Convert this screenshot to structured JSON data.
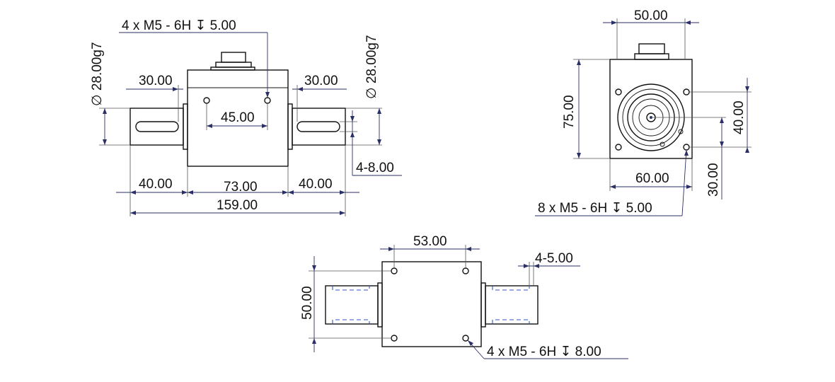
{
  "front_view": {
    "hole_callout": "4 x  M5 - 6H ↧ 5.00",
    "shaft_dia_left": "∅ 28.00g7",
    "shaft_dia_right": "∅ 28.00g7",
    "key_len_left": "30.00",
    "key_len_right": "30.00",
    "hole_spacing": "45.00",
    "keyway_width": "4-8.00",
    "shaft_len_left": "40.00",
    "body_len": "73.00",
    "shaft_len_right": "40.00",
    "overall_len": "159.00"
  },
  "side_view": {
    "top_width": "50.00",
    "height": "75.00",
    "hole_vertical": "40.00",
    "body_width": "60.00",
    "hole_offset": "30.00",
    "hole_callout": "8 x  M5 - 6H ↧ 5.00"
  },
  "top_view": {
    "hole_spacing": "53.00",
    "keyway_depth": "4-5.00",
    "body_height": "50.00",
    "hole_callout": "4 x  M5 - 6H ↧ 8.00"
  }
}
